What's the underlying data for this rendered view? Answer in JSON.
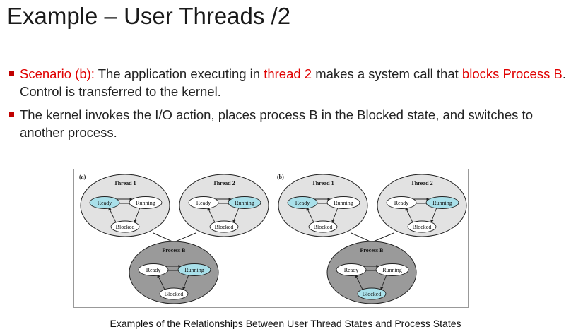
{
  "slide": {
    "title": "Example – User Threads  /2",
    "bullets": [
      {
        "segments": [
          {
            "text": "Scenario (b):",
            "color": "#e00000"
          },
          {
            "text": " The application executing in ",
            "color": "#222222"
          },
          {
            "text": "thread 2",
            "color": "#e00000"
          },
          {
            "text": " makes a system call that ",
            "color": "#222222"
          },
          {
            "text": "blocks Process B",
            "color": "#e00000"
          },
          {
            "text": ". Control is transferred to the kernel.",
            "color": "#222222"
          }
        ]
      },
      {
        "segments": [
          {
            "text": "The kernel invokes the I/O action, places process B in the Blocked state, and switches to another process.",
            "color": "#222222"
          }
        ]
      }
    ],
    "caption": "Examples of the Relationships Between User Thread States and Process States"
  },
  "diagram": {
    "panels": [
      {
        "label": "(a)",
        "threads": [
          {
            "title": "Thread 1",
            "states": {
              "ready": "Ready",
              "running": "Running",
              "blocked": "Blocked"
            },
            "active": "ready"
          },
          {
            "title": "Thread 2",
            "states": {
              "ready": "Ready",
              "running": "Running",
              "blocked": "Blocked"
            },
            "active": "running"
          }
        ],
        "process": {
          "title": "Process B",
          "states": {
            "ready": "Ready",
            "running": "Running",
            "blocked": "Blocked"
          },
          "active": "running"
        }
      },
      {
        "label": "(b)",
        "threads": [
          {
            "title": "Thread 1",
            "states": {
              "ready": "Ready",
              "running": "Running",
              "blocked": "Blocked"
            },
            "active": "ready"
          },
          {
            "title": "Thread 2",
            "states": {
              "ready": "Ready",
              "running": "Running",
              "blocked": "Blocked"
            },
            "active": "running"
          }
        ],
        "process": {
          "title": "Process B",
          "states": {
            "ready": "Ready",
            "running": "Running",
            "blocked": "Blocked"
          },
          "active": "blocked"
        }
      }
    ],
    "colors": {
      "thread_bg": "#e2e2e2",
      "process_bg": "#9a9a9a",
      "active_state": "#a9e0ea",
      "inactive_state": "#ffffff"
    }
  }
}
